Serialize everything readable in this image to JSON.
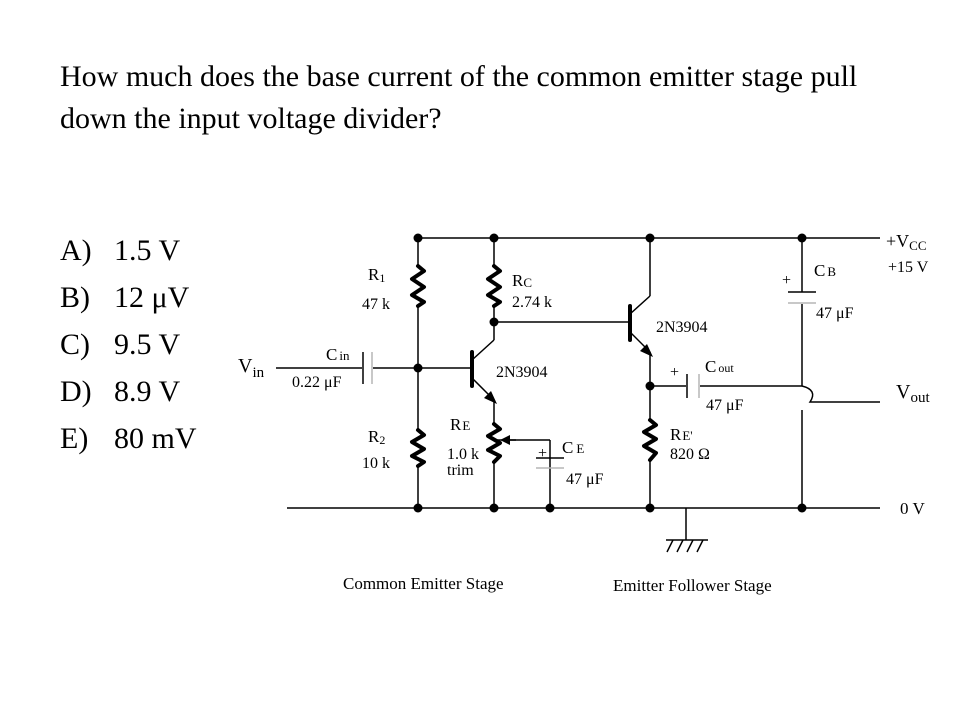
{
  "question": "How much does the base current of the common emitter stage pull down the input voltage divider?",
  "answers": [
    {
      "letter": "A)",
      "text": "1.5 V"
    },
    {
      "letter": "B)",
      "text": "12 μV"
    },
    {
      "letter": "C)",
      "text": "9.5 V"
    },
    {
      "letter": "D)",
      "text": "8.9 V"
    },
    {
      "letter": "E)",
      "text": "80 mV"
    }
  ],
  "circuit": {
    "vin": {
      "main": "V",
      "sub": "in"
    },
    "vcc": {
      "main": "+V",
      "sub": "CC"
    },
    "vcc_value": "+15 V",
    "vout": {
      "main": "V",
      "sub": "out"
    },
    "ground_rail": "0 V",
    "r1": {
      "main": "R",
      "sub": "1",
      "value": "47 k"
    },
    "r2": {
      "main": "R",
      "sub": "2",
      "value": "10 k"
    },
    "rc": {
      "main": "R",
      "sub": "C",
      "value": "2.74 k"
    },
    "re": {
      "main": "R",
      "sub": "E",
      "value": "1.0 k",
      "note": "trim"
    },
    "re_prime": {
      "main": "R",
      "sub": "E'",
      "value": "820 Ω"
    },
    "cin": {
      "main": "C",
      "sub": "in",
      "value": "0.22 μF"
    },
    "ce": {
      "main": "C",
      "sub": "E",
      "value": "47 μF"
    },
    "cout": {
      "main": "C",
      "sub": "out",
      "value": "47 μF"
    },
    "cb": {
      "main": "C",
      "sub": "B",
      "value": "47 μF"
    },
    "q1": "2N3904",
    "q2": "2N3904",
    "plus": "+",
    "stage1": "Common Emitter Stage",
    "stage2": "Emitter Follower Stage"
  }
}
